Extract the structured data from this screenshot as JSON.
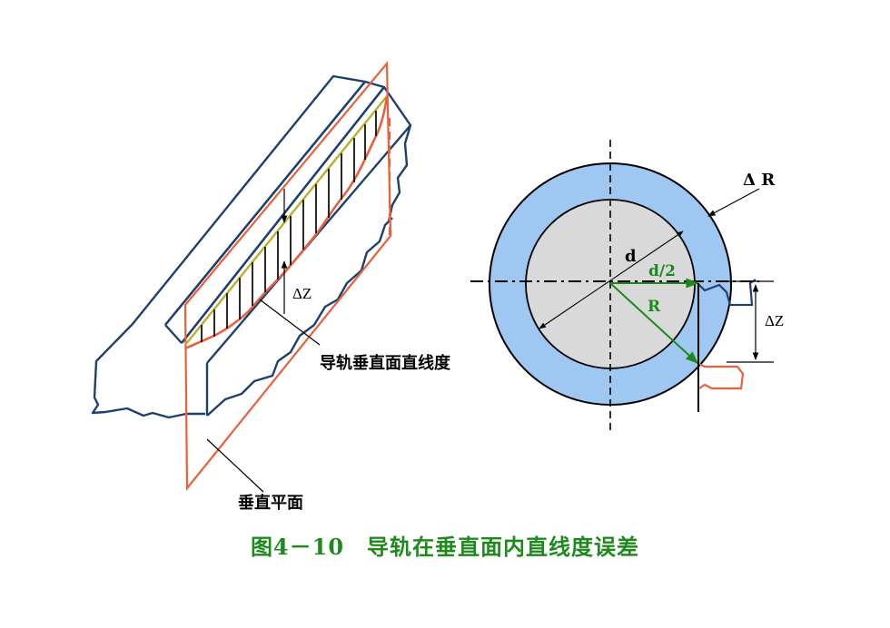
{
  "labels": {
    "rail_straightness": "导轨垂直面直线度",
    "vertical_plane": "垂直平面",
    "delta_z_left": "ΔZ",
    "delta_z_right": "ΔZ",
    "delta_r": "Δ R",
    "d": "d",
    "d_half": "d/2",
    "r": "R"
  },
  "caption": "图4－10　导轨在垂直面内直线度误差",
  "colors": {
    "rail_outline": "#1f3f6e",
    "plane": "#e8603c",
    "ring": "#9ec7f2",
    "disk": "#d9d9d9",
    "radius": "#1a8a1a",
    "deviation_band": "#b7b22a",
    "caption": "#1e8a1e"
  }
}
